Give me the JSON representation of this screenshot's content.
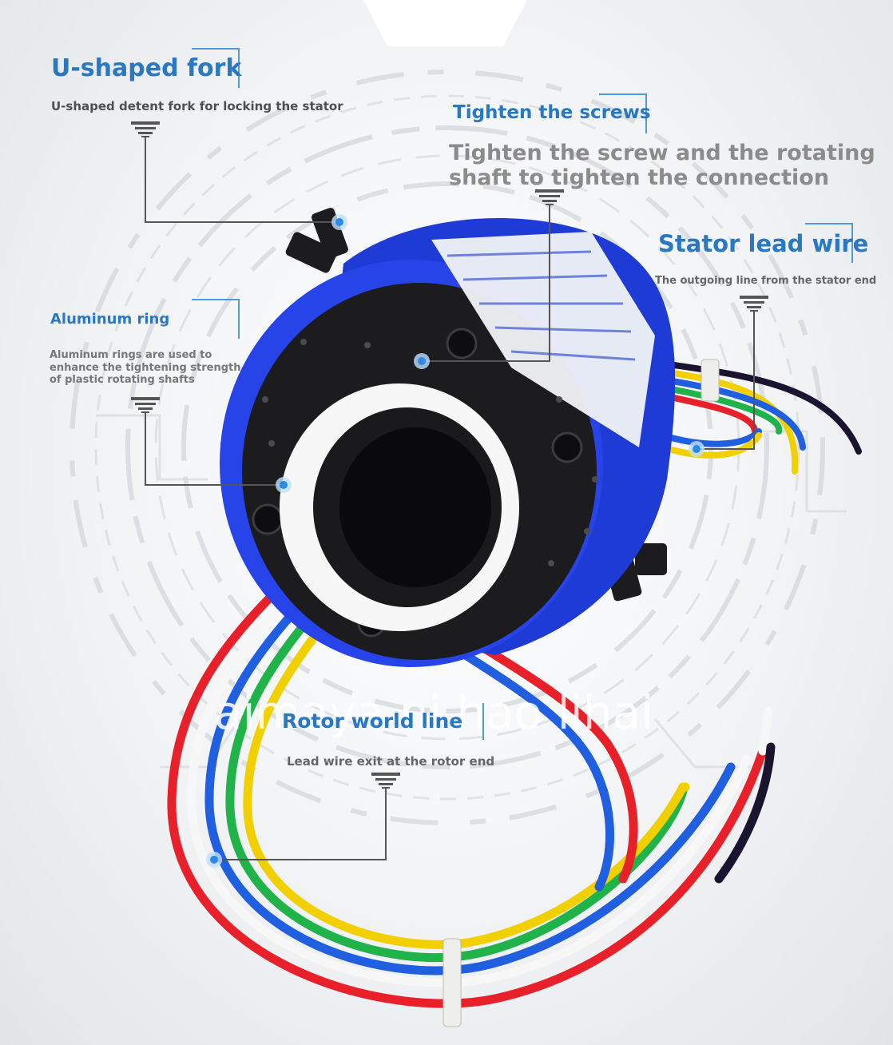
{
  "annotations": {
    "u_fork": {
      "title": "U-shaped fork",
      "desc": "U-shaped detent fork for locking the stator"
    },
    "screws": {
      "title": "Tighten the screws",
      "desc_line1": "Tighten the screw and the rotating",
      "desc_line2": "shaft to tighten the connection"
    },
    "stator_wire": {
      "title": "Stator lead wire",
      "desc": "The outgoing line from the stator end"
    },
    "aluminum_ring": {
      "title": "Aluminum ring",
      "desc_line1": "Aluminum rings are used to",
      "desc_line2": "enhance the tightening strength",
      "desc_line3": "of plastic rotating shafts"
    },
    "rotor_wire": {
      "title": "Rotor world line",
      "desc": "Lead wire exit at the rotor end"
    }
  },
  "watermark": "aimaya ni hao lihai",
  "colors": {
    "accent": "#2a78c2",
    "housing_blue": "#1f3bd6",
    "face_black": "#1c1c1e",
    "callout_line": "#555555",
    "wire_red": "#e8202a",
    "wire_blue": "#1f5fe0",
    "wire_green": "#1fb34a",
    "wire_yellow": "#f2d000",
    "wire_white": "#f7f7f7",
    "wire_black": "#1a1430"
  }
}
